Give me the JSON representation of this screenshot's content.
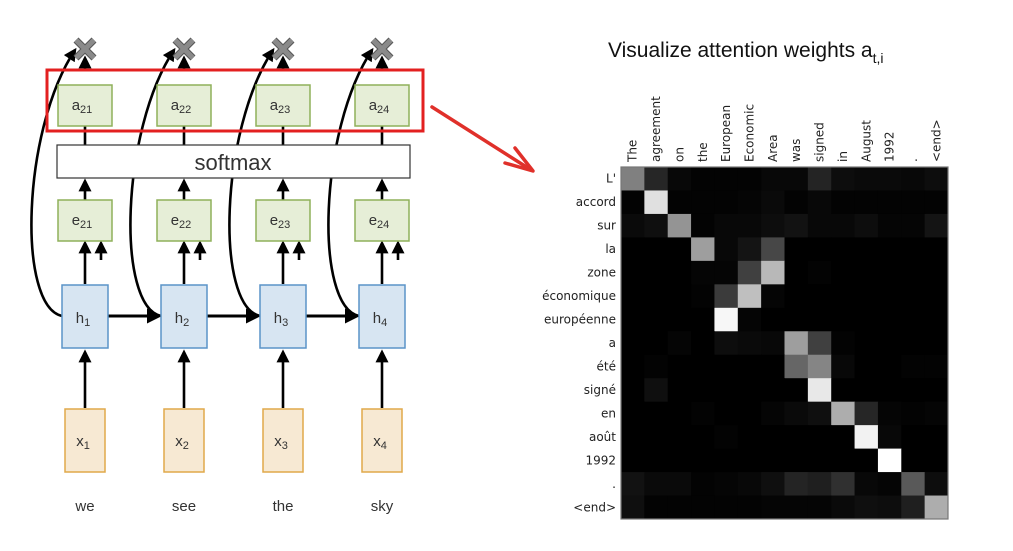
{
  "left_diagram": {
    "colors": {
      "attention_box_fill": "#e6eed7",
      "attention_box_border": "#8fb05a",
      "hidden_box_fill": "#d7e5f2",
      "hidden_box_border": "#5a94c8",
      "input_box_fill": "#f7e9d3",
      "input_box_border": "#e0a94a",
      "highlight": "#e32020",
      "cross": "#8a8a8a"
    },
    "softmax_label": "softmax",
    "columns": [
      {
        "a_base": "a",
        "a_sub": "21",
        "e_base": "e",
        "e_sub": "21",
        "h_base": "h",
        "h_sub": "1",
        "x_base": "x",
        "x_sub": "1",
        "word": "we"
      },
      {
        "a_base": "a",
        "a_sub": "22",
        "e_base": "e",
        "e_sub": "22",
        "h_base": "h",
        "h_sub": "2",
        "x_base": "x",
        "x_sub": "2",
        "word": "see"
      },
      {
        "a_base": "a",
        "a_sub": "23",
        "e_base": "e",
        "e_sub": "23",
        "h_base": "h",
        "h_sub": "3",
        "x_base": "x",
        "x_sub": "3",
        "word": "the"
      },
      {
        "a_base": "a",
        "a_sub": "24",
        "e_base": "e",
        "e_sub": "24",
        "h_base": "h",
        "h_sub": "4",
        "x_base": "x",
        "x_sub": "4",
        "word": "sky"
      }
    ]
  },
  "heatmap": {
    "title_main": "Visualize attention weights a",
    "title_sub": "t,i",
    "columns": [
      "The",
      "agreement",
      "on",
      "the",
      "European",
      "Economic",
      "Area",
      "was",
      "signed",
      "in",
      "August",
      "1992",
      ".",
      "<end>"
    ],
    "rows": [
      "L'",
      "accord",
      "sur",
      "la",
      "zone",
      "économique",
      "européenne",
      "a",
      "été",
      "signé",
      "en",
      "août",
      "1992",
      ".",
      "<end>"
    ]
  },
  "chart_data": {
    "type": "heatmap",
    "title": "Visualize attention weights a_t,i",
    "xlabel": "",
    "ylabel": "",
    "x": [
      "The",
      "agreement",
      "on",
      "the",
      "European",
      "Economic",
      "Area",
      "was",
      "signed",
      "in",
      "August",
      "1992",
      ".",
      "<end>"
    ],
    "y": [
      "L'",
      "accord",
      "sur",
      "la",
      "zone",
      "économique",
      "européenne",
      "a",
      "été",
      "signé",
      "en",
      "août",
      "1992",
      ".",
      "<end>"
    ],
    "colormap": "gray",
    "range": [
      0,
      1
    ],
    "values": [
      [
        0.5,
        0.15,
        0.03,
        0.01,
        0.01,
        0.01,
        0.03,
        0.03,
        0.14,
        0.05,
        0.04,
        0.04,
        0.03,
        0.05
      ],
      [
        0.01,
        0.88,
        0.01,
        0.01,
        0.01,
        0.02,
        0.04,
        0.01,
        0.03,
        0.01,
        0.01,
        0.01,
        0.01,
        0.01
      ],
      [
        0.04,
        0.06,
        0.58,
        0.01,
        0.03,
        0.03,
        0.05,
        0.07,
        0.03,
        0.03,
        0.05,
        0.02,
        0.02,
        0.08
      ],
      [
        0.0,
        0.0,
        0.0,
        0.62,
        0.03,
        0.08,
        0.28,
        0.0,
        0.0,
        0.0,
        0.0,
        0.0,
        0.0,
        0.0
      ],
      [
        0.0,
        0.0,
        0.0,
        0.02,
        0.02,
        0.25,
        0.72,
        0.0,
        0.01,
        0.0,
        0.0,
        0.0,
        0.0,
        0.0
      ],
      [
        0.0,
        0.0,
        0.0,
        0.01,
        0.23,
        0.75,
        0.02,
        0.0,
        0.0,
        0.0,
        0.0,
        0.0,
        0.0,
        0.0
      ],
      [
        0.0,
        0.0,
        0.0,
        0.0,
        0.97,
        0.02,
        0.0,
        0.0,
        0.0,
        0.0,
        0.0,
        0.0,
        0.0,
        0.0
      ],
      [
        0.0,
        0.0,
        0.02,
        0.0,
        0.05,
        0.04,
        0.03,
        0.62,
        0.25,
        0.01,
        0.0,
        0.0,
        0.0,
        0.0
      ],
      [
        0.0,
        0.01,
        0.0,
        0.0,
        0.0,
        0.0,
        0.0,
        0.4,
        0.52,
        0.03,
        0.0,
        0.0,
        0.01,
        0.01
      ],
      [
        0.0,
        0.06,
        0.0,
        0.0,
        0.0,
        0.0,
        0.0,
        0.0,
        0.91,
        0.0,
        0.0,
        0.0,
        0.0,
        0.0
      ],
      [
        0.0,
        0.0,
        0.0,
        0.01,
        0.0,
        0.0,
        0.02,
        0.04,
        0.06,
        0.68,
        0.15,
        0.02,
        0.01,
        0.02
      ],
      [
        0.0,
        0.0,
        0.0,
        0.0,
        0.01,
        0.0,
        0.0,
        0.0,
        0.0,
        0.0,
        0.95,
        0.03,
        0.0,
        0.0
      ],
      [
        0.0,
        0.0,
        0.0,
        0.0,
        0.0,
        0.0,
        0.0,
        0.0,
        0.0,
        0.0,
        0.0,
        1.0,
        0.0,
        0.0
      ],
      [
        0.07,
        0.04,
        0.04,
        0.01,
        0.02,
        0.03,
        0.06,
        0.14,
        0.12,
        0.19,
        0.03,
        0.02,
        0.35,
        0.05
      ],
      [
        0.06,
        0.01,
        0.01,
        0.01,
        0.01,
        0.01,
        0.02,
        0.02,
        0.02,
        0.04,
        0.06,
        0.05,
        0.12,
        0.68
      ]
    ]
  }
}
